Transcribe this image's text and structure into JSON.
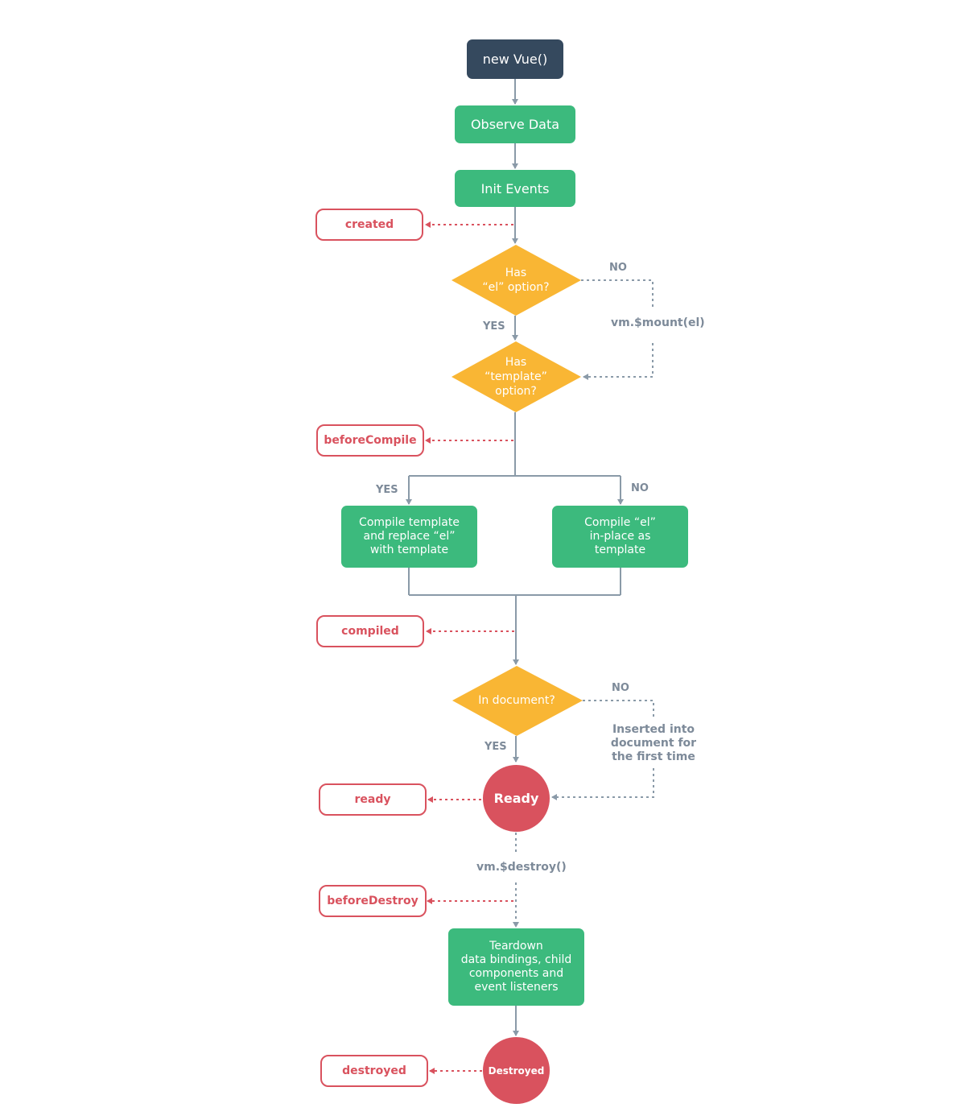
{
  "colors": {
    "dark_node": "#35495e",
    "green_node": "#3cba7d",
    "decision": "#f9b634",
    "hook": "#d9525e",
    "wire": "#8a9aa8"
  },
  "nodes": {
    "new_vue": "new Vue()",
    "observe_data": "Observe Data",
    "init_events": "Init Events",
    "has_el": "Has\n“el” option?",
    "has_template": "Has\n“template”\noption?",
    "compile_template": "Compile template\nand replace “el”\nwith template",
    "compile_el": "Compile “el”\nin-place as\ntemplate",
    "in_document": "In document?",
    "ready": "Ready",
    "teardown": "Teardown\ndata bindings, child\ncomponents and\nevent listeners",
    "destroyed": "Destroyed"
  },
  "hooks": {
    "created": "created",
    "before_compile": "beforeCompile",
    "compiled": "compiled",
    "ready": "ready",
    "before_destroy": "beforeDestroy",
    "destroyed": "destroyed"
  },
  "labels": {
    "el_no": "NO",
    "el_yes": "YES",
    "mount": "vm.$mount(el)",
    "template_yes": "YES",
    "template_no": "NO",
    "doc_no": "NO",
    "doc_yes": "YES",
    "inserted": "Inserted into\ndocument for\nthe first time",
    "destroy": "vm.$destroy()"
  }
}
